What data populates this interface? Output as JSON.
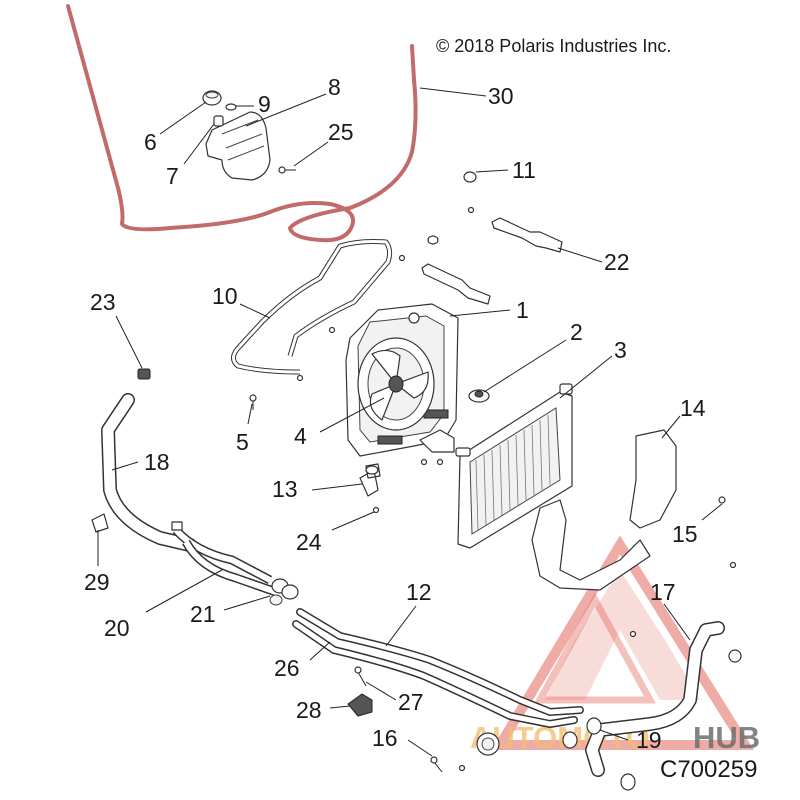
{
  "copyright": "© 2018 Polaris Industries Inc.",
  "diagram_code": "C700259",
  "watermark": {
    "text_left": "AUTOMOTO",
    "text_right": "HUB",
    "color_primary": "#e05a4f",
    "color_accent": "#f1b35a",
    "color_dark": "#555555"
  },
  "line_color": "#c26b6b",
  "callouts": [
    "1",
    "2",
    "3",
    "4",
    "5",
    "6",
    "7",
    "8",
    "9",
    "10",
    "11",
    "12",
    "13",
    "14",
    "15",
    "16",
    "17",
    "18",
    "19",
    "20",
    "21",
    "22",
    "23",
    "24",
    "25",
    "26",
    "27",
    "28",
    "29",
    "30"
  ]
}
